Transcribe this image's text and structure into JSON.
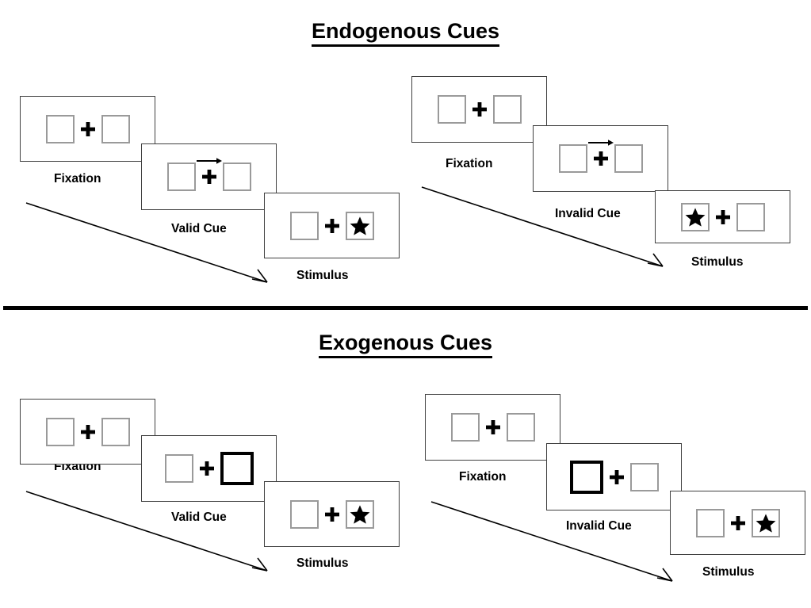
{
  "page": {
    "background_color": "#ffffff",
    "line_color": "#404040",
    "box_border_color": "#9a9a9a",
    "cue_box_highlight_color": "#000000",
    "accent_color": "#000000"
  },
  "sections": [
    {
      "id": "endogenous",
      "title": "Endogenous Cues",
      "cue_type": "arrow",
      "conditions": [
        {
          "id": "endogenous-valid",
          "name": "valid",
          "panels": [
            {
              "label": "Fixation",
              "left_box": "empty",
              "right_box": "empty",
              "center": "fixation-cross",
              "arrow_cue": "none"
            },
            {
              "label": "Valid Cue",
              "left_box": "empty",
              "right_box": "empty",
              "center": "fixation-cross",
              "arrow_cue": "right"
            },
            {
              "label": "Stimulus",
              "left_box": "empty",
              "right_box": "star",
              "center": "fixation-cross",
              "arrow_cue": "none"
            }
          ]
        },
        {
          "id": "endogenous-invalid",
          "name": "invalid",
          "panels": [
            {
              "label": "Fixation",
              "left_box": "empty",
              "right_box": "empty",
              "center": "fixation-cross",
              "arrow_cue": "none"
            },
            {
              "label": "Invalid Cue",
              "left_box": "empty",
              "right_box": "empty",
              "center": "fixation-cross",
              "arrow_cue": "right"
            },
            {
              "label": "Stimulus",
              "left_box": "star",
              "right_box": "empty",
              "center": "fixation-cross",
              "arrow_cue": "none"
            }
          ]
        }
      ]
    },
    {
      "id": "exogenous",
      "title": "Exogenous Cues",
      "cue_type": "box-flash",
      "conditions": [
        {
          "id": "exogenous-valid",
          "name": "valid",
          "panels": [
            {
              "label": "Fixation",
              "left_box": "empty",
              "right_box": "empty",
              "center": "fixation-cross",
              "arrow_cue": "none"
            },
            {
              "label": "Valid Cue",
              "left_box": "empty",
              "right_box": "highlight",
              "center": "fixation-cross",
              "arrow_cue": "none"
            },
            {
              "label": "Stimulus",
              "left_box": "empty",
              "right_box": "star",
              "center": "fixation-cross",
              "arrow_cue": "none"
            }
          ]
        },
        {
          "id": "exogenous-invalid",
          "name": "invalid",
          "panels": [
            {
              "label": "Fixation",
              "left_box": "empty",
              "right_box": "empty",
              "center": "fixation-cross",
              "arrow_cue": "none"
            },
            {
              "label": "Invalid Cue",
              "left_box": "highlight",
              "right_box": "empty",
              "center": "fixation-cross",
              "arrow_cue": "none"
            },
            {
              "label": "Stimulus",
              "left_box": "empty",
              "right_box": "star",
              "center": "fixation-cross",
              "arrow_cue": "none"
            }
          ]
        }
      ]
    }
  ],
  "icons": {
    "fixation_cross": "plus-icon",
    "target": "star-icon",
    "endogenous_cue": "arrow-right-icon",
    "sequence": "diagonal-arrow-icon"
  }
}
